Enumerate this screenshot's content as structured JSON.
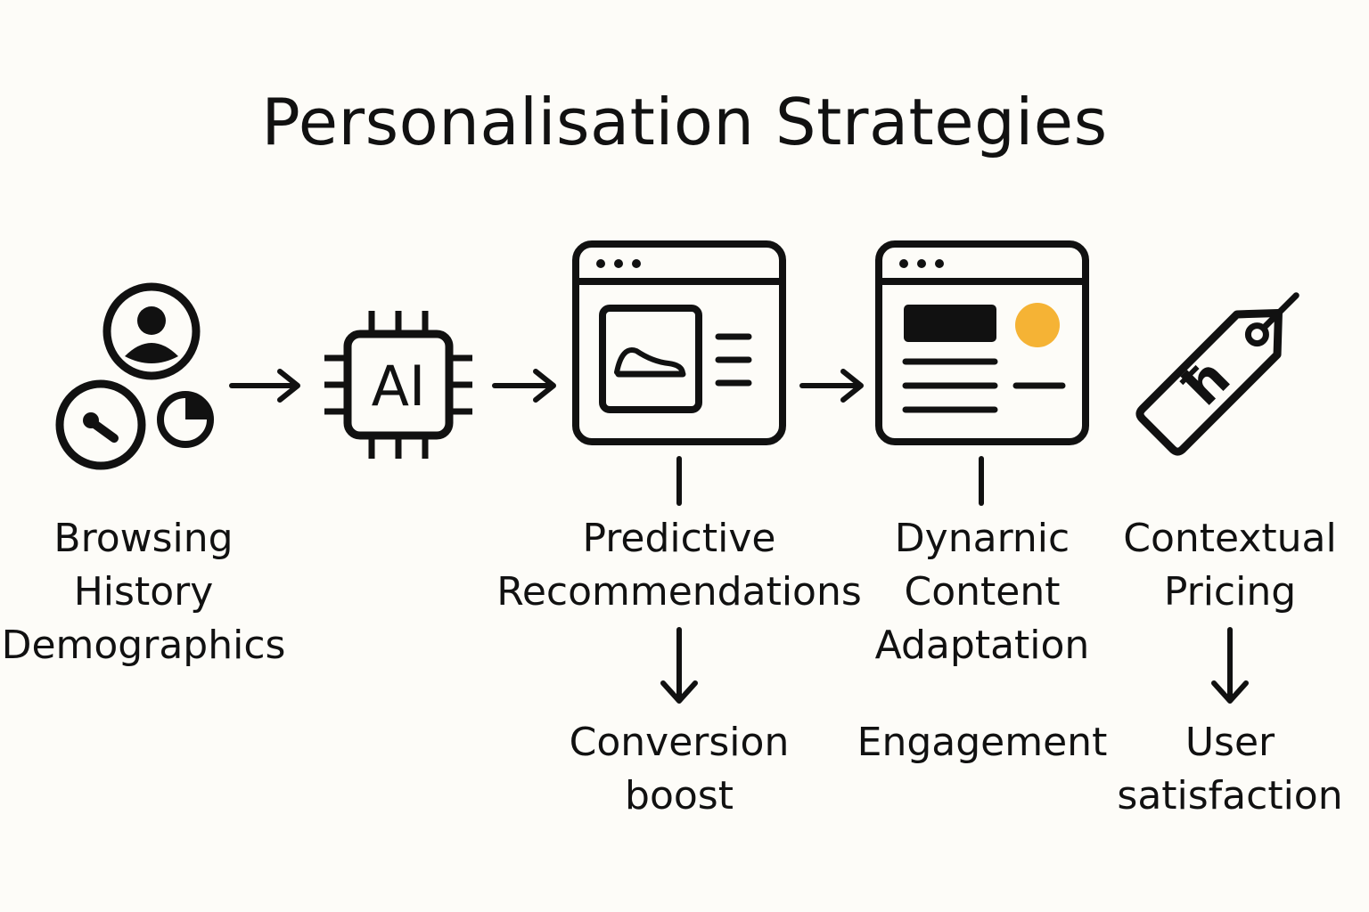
{
  "title": "Personalisation Strategies",
  "accent_color": "#f5b335",
  "stroke_color": "#111111",
  "chip_label": "AI",
  "inputs": {
    "lines": [
      "Browsing",
      "History",
      "Demographics"
    ],
    "icons": [
      "user-profile-icon",
      "search-icon",
      "pie-chart-icon"
    ]
  },
  "strategies": [
    {
      "name_lines": [
        "Predictive",
        "Recommendations"
      ],
      "icon": "browser-recommendation-icon",
      "outcome_lines": [
        "Conversion",
        "boost"
      ]
    },
    {
      "name_lines": [
        "Dynarnic",
        "Content",
        "Adaptation"
      ],
      "icon": "browser-content-icon",
      "outcome_lines": [
        "Engagement"
      ]
    },
    {
      "name_lines": [
        "Contextual",
        "Pricing"
      ],
      "icon": "price-tag-icon",
      "outcome_lines": [
        "User",
        "satisfaction"
      ]
    }
  ]
}
